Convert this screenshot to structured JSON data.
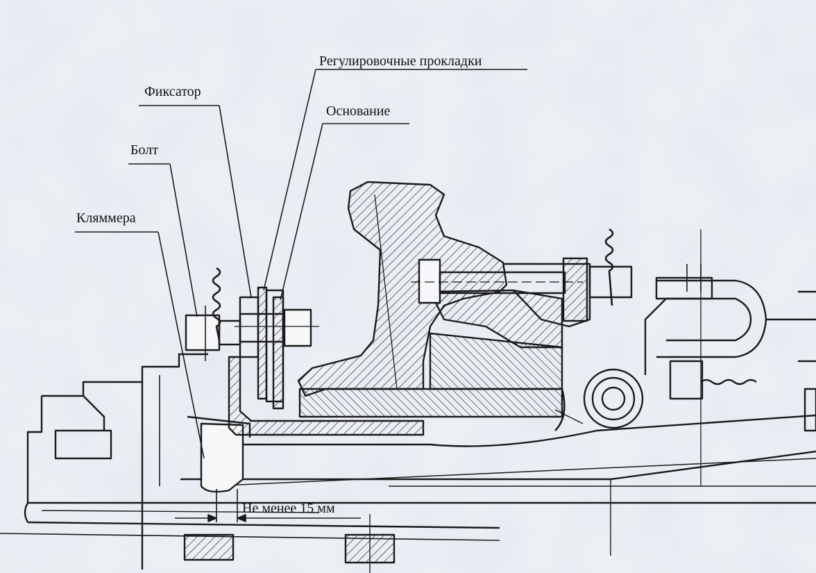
{
  "labels": {
    "shims": "Регулировочные прокладки",
    "latch": "Фиксатор",
    "base": "Основание",
    "bolt": "Болт",
    "clamp": "Кляммера",
    "min_gap": "Не менее 15 мм"
  },
  "colors": {
    "paper": "#eef2f7",
    "ink": "#1a1a1a"
  }
}
